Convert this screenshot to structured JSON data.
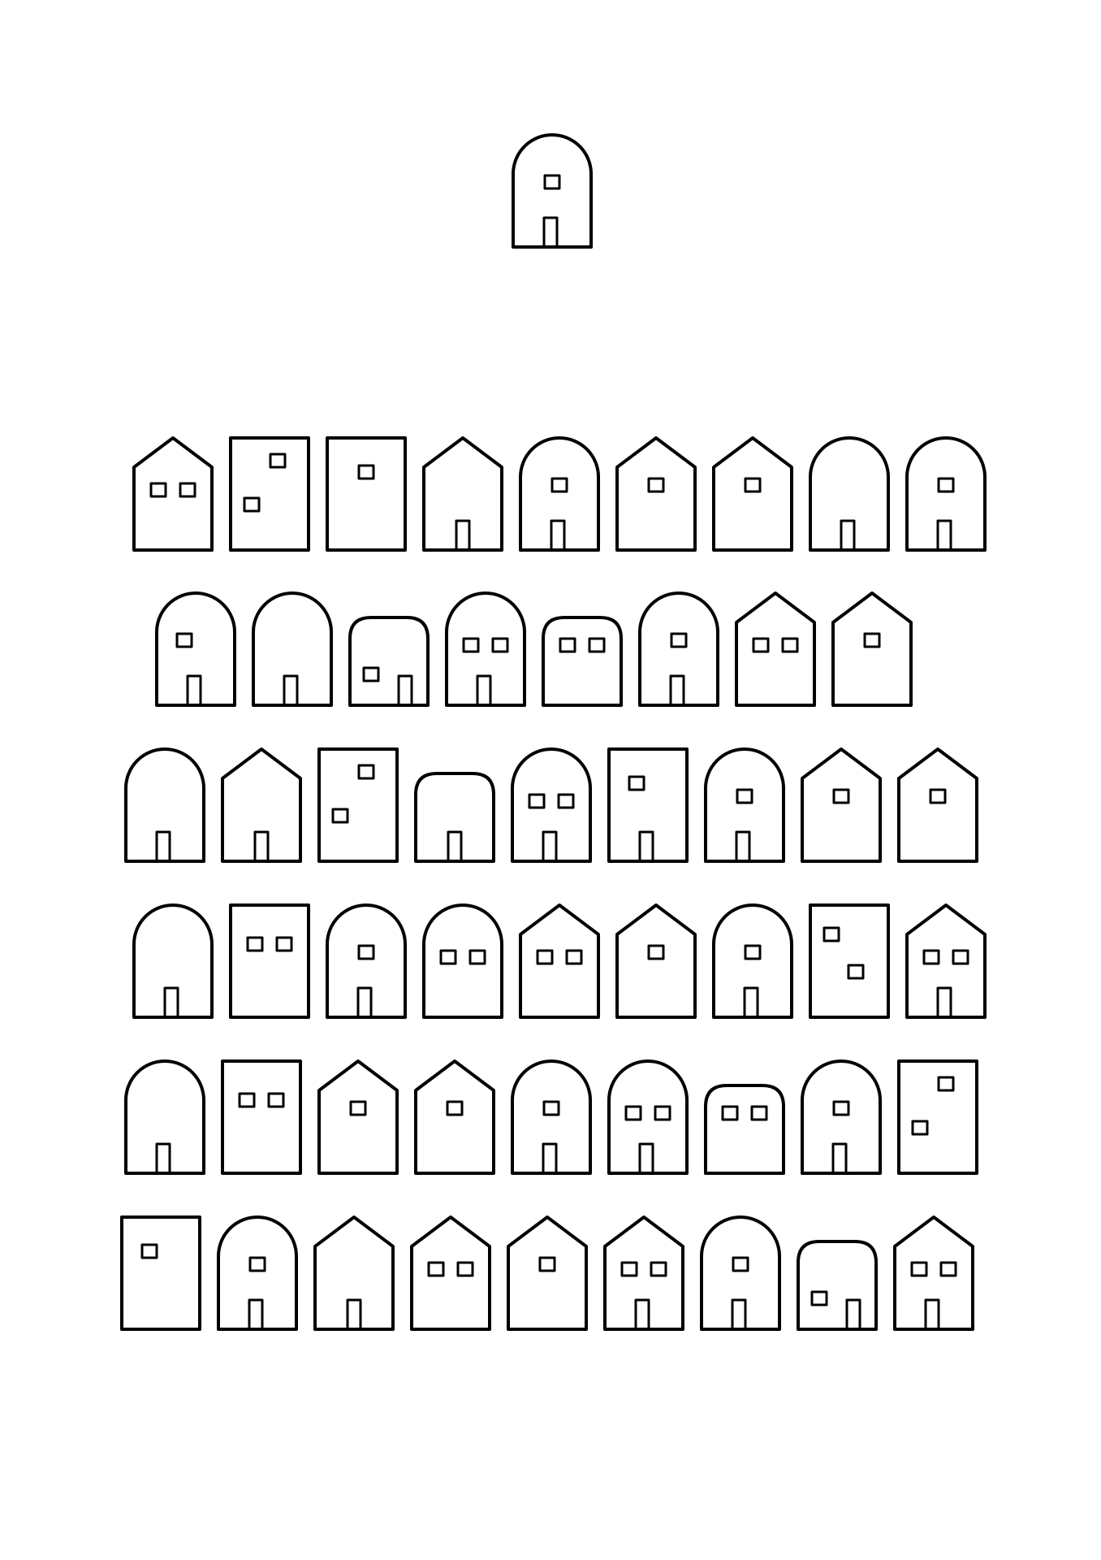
{
  "artwork": {
    "background_color": "#ffffff",
    "stroke_color": "#000000",
    "style": "hand-drawn outline houses",
    "lone_house": {
      "roof": "round",
      "windows": "one-center",
      "door": true
    },
    "rows": [
      [
        {
          "roof": "gable",
          "windows": "two",
          "door": false
        },
        {
          "roof": "flat",
          "windows": "two-stagger",
          "door": false
        },
        {
          "roof": "flat",
          "windows": "one-center",
          "door": false
        },
        {
          "roof": "gable",
          "windows": "none",
          "door": true
        },
        {
          "roof": "round",
          "windows": "one-center",
          "door": true
        },
        {
          "roof": "gable",
          "windows": "one-center",
          "door": false
        },
        {
          "roof": "gable",
          "windows": "one-center",
          "door": false
        },
        {
          "roof": "round",
          "windows": "none",
          "door": true
        },
        {
          "roof": "round",
          "windows": "one-center",
          "door": true
        }
      ],
      [
        {
          "roof": "round",
          "windows": "one-left",
          "door": true
        },
        {
          "roof": "round",
          "windows": "none",
          "door": true
        },
        {
          "roof": "rounded-flat",
          "windows": "one-low-left",
          "door": true
        },
        {
          "roof": "round",
          "windows": "two",
          "door": true
        },
        {
          "roof": "rounded-flat",
          "windows": "two",
          "door": false
        },
        {
          "roof": "round",
          "windows": "one-center",
          "door": true
        },
        {
          "roof": "gable",
          "windows": "two",
          "door": false
        },
        {
          "roof": "gable",
          "windows": "one-center",
          "door": false
        }
      ],
      [
        {
          "roof": "round",
          "windows": "none",
          "door": true
        },
        {
          "roof": "gable",
          "windows": "none",
          "door": true
        },
        {
          "roof": "flat",
          "windows": "two-stagger",
          "door": false
        },
        {
          "roof": "rounded-flat",
          "windows": "none",
          "door": true
        },
        {
          "roof": "round",
          "windows": "two",
          "door": true
        },
        {
          "roof": "flat",
          "windows": "one-left",
          "door": true
        },
        {
          "roof": "round",
          "windows": "one-center",
          "door": true
        },
        {
          "roof": "gable",
          "windows": "one-center",
          "door": false
        },
        {
          "roof": "gable",
          "windows": "one-center",
          "door": false
        }
      ],
      [
        {
          "roof": "round",
          "windows": "none",
          "door": true
        },
        {
          "roof": "flat",
          "windows": "two",
          "door": false
        },
        {
          "roof": "round",
          "windows": "one-center",
          "door": true
        },
        {
          "roof": "round",
          "windows": "two",
          "door": false
        },
        {
          "roof": "gable",
          "windows": "two",
          "door": false
        },
        {
          "roof": "gable",
          "windows": "one-center",
          "door": false
        },
        {
          "roof": "round",
          "windows": "one-center",
          "door": true
        },
        {
          "roof": "flat",
          "windows": "two-stagger-rev",
          "door": false
        },
        {
          "roof": "gable",
          "windows": "two",
          "door": true
        }
      ],
      [
        {
          "roof": "round",
          "windows": "none",
          "door": true
        },
        {
          "roof": "flat",
          "windows": "two",
          "door": false
        },
        {
          "roof": "gable",
          "windows": "one-center",
          "door": false
        },
        {
          "roof": "gable",
          "windows": "one-center",
          "door": false
        },
        {
          "roof": "round",
          "windows": "one-center",
          "door": true
        },
        {
          "roof": "round",
          "windows": "two",
          "door": true
        },
        {
          "roof": "rounded-flat",
          "windows": "two",
          "door": false
        },
        {
          "roof": "round",
          "windows": "one-center",
          "door": true
        },
        {
          "roof": "flat",
          "windows": "two-stagger",
          "door": false
        }
      ],
      [
        {
          "roof": "flat",
          "windows": "one-left",
          "door": false
        },
        {
          "roof": "round",
          "windows": "one-center",
          "door": true
        },
        {
          "roof": "gable",
          "windows": "none",
          "door": true
        },
        {
          "roof": "gable",
          "windows": "two",
          "door": false
        },
        {
          "roof": "gable",
          "windows": "one-center",
          "door": false
        },
        {
          "roof": "gable",
          "windows": "two",
          "door": true
        },
        {
          "roof": "round",
          "windows": "one-center",
          "door": true
        },
        {
          "roof": "rounded-flat",
          "windows": "one-low-left",
          "door": true
        },
        {
          "roof": "gable",
          "windows": "two",
          "door": true
        }
      ]
    ]
  }
}
